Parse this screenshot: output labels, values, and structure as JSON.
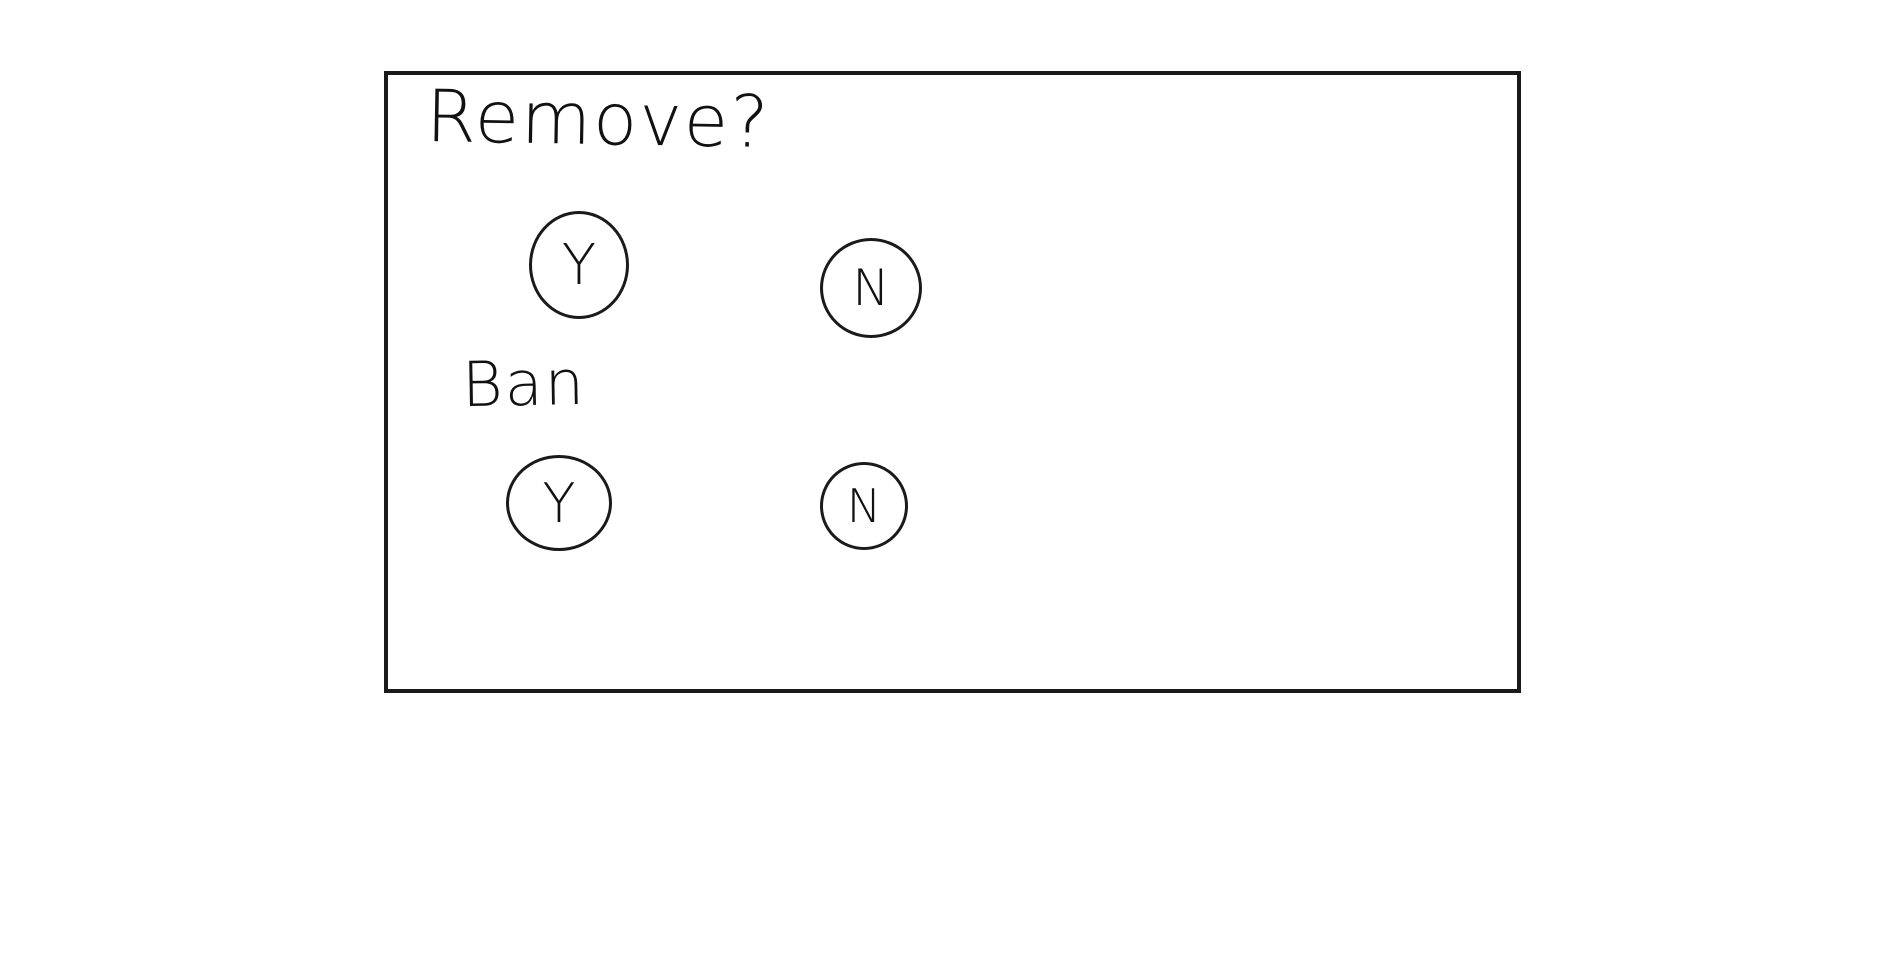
{
  "dialog": {
    "remove": {
      "label": "Remove?",
      "yes_label": "Y",
      "no_label": "N"
    },
    "ban": {
      "label": "Ban",
      "yes_label": "Y",
      "no_label": "N"
    }
  }
}
